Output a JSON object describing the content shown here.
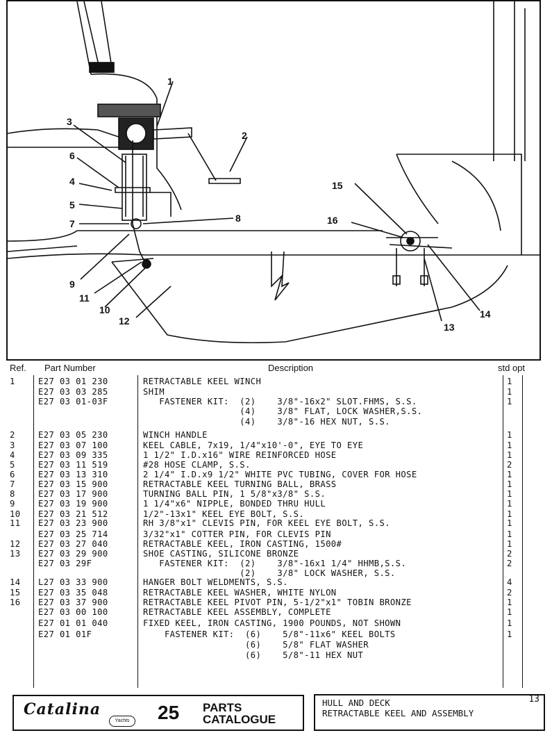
{
  "callouts": [
    "1",
    "2",
    "3",
    "4",
    "5",
    "6",
    "7",
    "8",
    "9",
    "10",
    "11",
    "12",
    "13",
    "14",
    "15",
    "16"
  ],
  "header": {
    "ref": "Ref.",
    "part_number": "Part Number",
    "description": "Description",
    "std_opt": "std opt"
  },
  "rows": [
    {
      "ref": "1",
      "part": "E27 03 01 230",
      "desc": "RETRACTABLE KEEL WINCH",
      "qty": "1"
    },
    {
      "ref": "",
      "part": "E27 03 03 285",
      "desc": "SHIM",
      "qty": "1"
    },
    {
      "ref": "",
      "part": "E27 03 01-03F",
      "desc": "   FASTENER KIT:  (2)    3/8\"-16x2\" SLOT.FHMS, S.S.",
      "qty": "1"
    },
    {
      "ref": "",
      "part": "",
      "desc": "                  (4)    3/8\" FLAT, LOCK WASHER,S.S.",
      "qty": ""
    },
    {
      "ref": "",
      "part": "",
      "desc": "                  (4)    3/8\"-16 HEX NUT, S.S.",
      "qty": ""
    },
    {
      "ref": "2",
      "part": "E27 03 05 230",
      "desc": "WINCH HANDLE",
      "qty": "1"
    },
    {
      "ref": "3",
      "part": "E27 03 07 100",
      "desc": "KEEL CABLE, 7x19, 1/4\"x10'-0\", EYE TO EYE",
      "qty": "1"
    },
    {
      "ref": "4",
      "part": "E27 03 09 335",
      "desc": "1 1/2\" I.D.x16\" WIRE REINFORCED HOSE",
      "qty": "1"
    },
    {
      "ref": "5",
      "part": "E27 03 11 519",
      "desc": "#28 HOSE CLAMP, S.S.",
      "qty": "2"
    },
    {
      "ref": "6",
      "part": "E27 03 13 310",
      "desc": "2 1/4\" I.D.x9 1/2\" WHITE PVC TUBING, COVER FOR HOSE",
      "qty": "1"
    },
    {
      "ref": "7",
      "part": "E27 03 15 900",
      "desc": "RETRACTABLE KEEL TURNING BALL, BRASS",
      "qty": "1"
    },
    {
      "ref": "8",
      "part": "E27 03 17 900",
      "desc": "TURNING BALL PIN, 1 5/8\"x3/8\" S.S.",
      "qty": "1"
    },
    {
      "ref": "9",
      "part": "E27 03 19 900",
      "desc": "1 1/4\"x6\" NIPPLE, BONDED THRU HULL",
      "qty": "1"
    },
    {
      "ref": "10",
      "part": "E27 03 21 512",
      "desc": "1/2\"-13x1\" KEEL EYE BOLT, S.S.",
      "qty": "1"
    },
    {
      "ref": "11",
      "part": "E27 03 23 900",
      "desc": "RH 3/8\"x1\" CLEVIS PIN, FOR KEEL EYE BOLT, S.S.",
      "qty": "1"
    },
    {
      "ref": "",
      "part": "E27 03 25 714",
      "desc": "3/32\"x1\" COTTER PIN, FOR CLEVIS PIN",
      "qty": "1"
    },
    {
      "ref": "12",
      "part": "E27 03 27 040",
      "desc": "RETRACTABLE KEEL, IRON CASTING, 1500#",
      "qty": "1"
    },
    {
      "ref": "13",
      "part": "E27 03 29 900",
      "desc": "SHOE CASTING, SILICONE BRONZE",
      "qty": "2"
    },
    {
      "ref": "",
      "part": "E27 03 29F",
      "desc": "   FASTENER KIT:  (2)    3/8\"-16x1 1/4\" HHMB,S.S.",
      "qty": "2"
    },
    {
      "ref": "",
      "part": "",
      "desc": "                  (2)    3/8\" LOCK WASHER, S.S.",
      "qty": ""
    },
    {
      "ref": "14",
      "part": "L27 03 33 900",
      "desc": "HANGER BOLT WELDMENTS, S.S.",
      "qty": "4"
    },
    {
      "ref": "15",
      "part": "E27 03 35 048",
      "desc": "RETRACTABLE KEEL WASHER, WHITE NYLON",
      "qty": "2"
    },
    {
      "ref": "16",
      "part": "E27 03 37 900",
      "desc": "RETRACTABLE KEEL PIVOT PIN, 5-1/2\"x1\" TOBIN BRONZE",
      "qty": "1"
    },
    {
      "ref": "",
      "part": "E27 03 00 100",
      "desc": "RETRACTABLE KEEL ASSEMBLY, COMPLETE",
      "qty": "1"
    },
    {
      "ref": "",
      "part": "E27 01 01 040",
      "desc": "FIXED KEEL, IRON CASTING, 1900 POUNDS, NOT SHOWN",
      "qty": "1"
    },
    {
      "ref": "",
      "part": "E27 01 01F",
      "desc": "    FASTENER KIT:  (6)    5/8\"-11x6\" KEEL BOLTS",
      "qty": "1"
    },
    {
      "ref": "",
      "part": "",
      "desc": "                   (6)    5/8\" FLAT WASHER",
      "qty": ""
    },
    {
      "ref": "",
      "part": "",
      "desc": "                   (6)    5/8\"-11 HEX NUT",
      "qty": ""
    }
  ],
  "footer": {
    "logo": "Catalina",
    "yachts": "Yachts",
    "model": "25",
    "catalogue_line1": "PARTS",
    "catalogue_line2": "CATALOGUE",
    "section_line1": "HULL AND DECK",
    "section_line2": "RETRACTABLE KEEL AND ASSEMBLY",
    "page_number": "13"
  }
}
